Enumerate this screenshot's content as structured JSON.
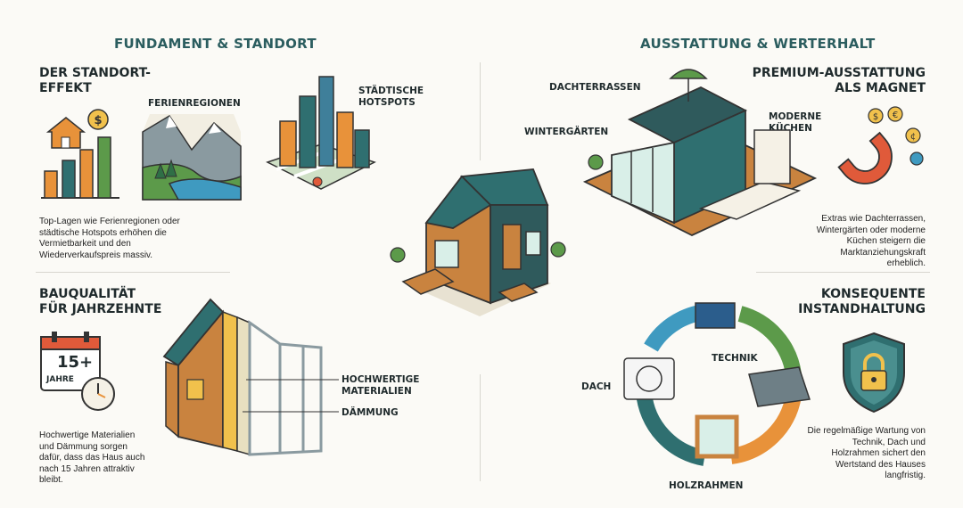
{
  "left_heading": "FUNDAMENT & STANDORT",
  "right_heading": "AUSSTATTUNG & WERTERHALT",
  "standort": {
    "title": "DER STANDORT-\nEFFEKT",
    "label_ferien": "FERIENREGIONEN",
    "label_staedte": "STÄDTISCHE\nHOTSPOTS",
    "description": "Top-Lagen wie Ferienregionen oder städtische Hotspots erhöhen die Vermietbarkeit und den Wiederverkaufspreis massiv."
  },
  "bauqualitaet": {
    "title": "BAUQUALITÄT\nFÜR JAHRZEHNTE",
    "calendar_number": "15+",
    "calendar_unit": "JAHRE",
    "label_materialien": "HOCHWERTIGE\nMATERIALIEN",
    "label_daemmung": "DÄMMUNG",
    "description": "Hochwertige Materialien und Dämmung sorgen dafür, dass das Haus auch nach 15 Jahren attraktiv bleibt."
  },
  "ausstattung": {
    "title": "PREMIUM-AUSSTATTUNG\nALS MAGNET",
    "label_dachterrassen": "DACHTERRASSEN",
    "label_wintergaerten": "WINTERGÄRTEN",
    "label_kuechen": "MODERNE\nKÜCHEN",
    "description": "Extras wie Dachterrassen, Wintergärten oder moderne Küchen steigern die Marktanziehungskraft erheblich."
  },
  "instandhaltung": {
    "title": "KONSEQUENTE\nINSTANDHALTUNG",
    "label_technik": "TECHNIK",
    "label_dach": "DACH",
    "label_holzrahmen": "HOLZRAHMEN",
    "description": "Die regelmäßige Wartung von Technik, Dach und Holzrahmen sichert den Wertstand des Hauses langfristig."
  },
  "colors": {
    "teal": "#2f6f70",
    "wood": "#c9833f",
    "green": "#5c9a4a",
    "orange": "#e8923a",
    "blue": "#2b7a9c"
  }
}
